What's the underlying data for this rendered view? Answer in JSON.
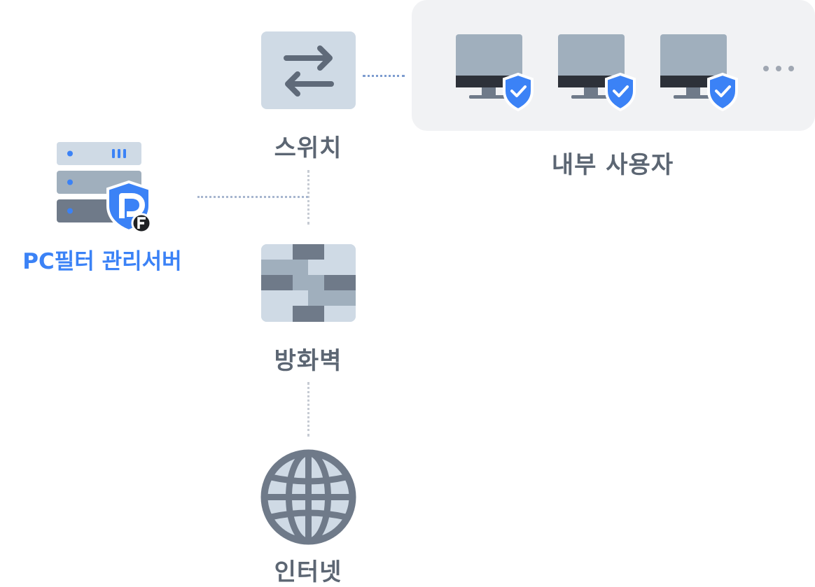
{
  "labels": {
    "switch": "스위치",
    "firewall": "방화벽",
    "internet": "인터넷",
    "internal_users": "내부 사용자",
    "pc_filter_server": "PC필터 관리서버"
  },
  "icons": {
    "switch": "arrows-exchange-icon",
    "firewall": "brick-wall-icon",
    "internet": "globe-icon",
    "server": "server-rack-icon",
    "monitor": "monitor-icon",
    "shield": "shield-check-icon",
    "more": "ellipsis-icon"
  },
  "colors": {
    "accent_blue": "#3b82f6",
    "label_gray": "#5c6673",
    "tile_light": "#cfdae5",
    "tile_mid": "#a0afbd",
    "tile_dark": "#6f7a89",
    "panel_bg": "#f1f2f4",
    "connector": "#c6cbd3"
  }
}
